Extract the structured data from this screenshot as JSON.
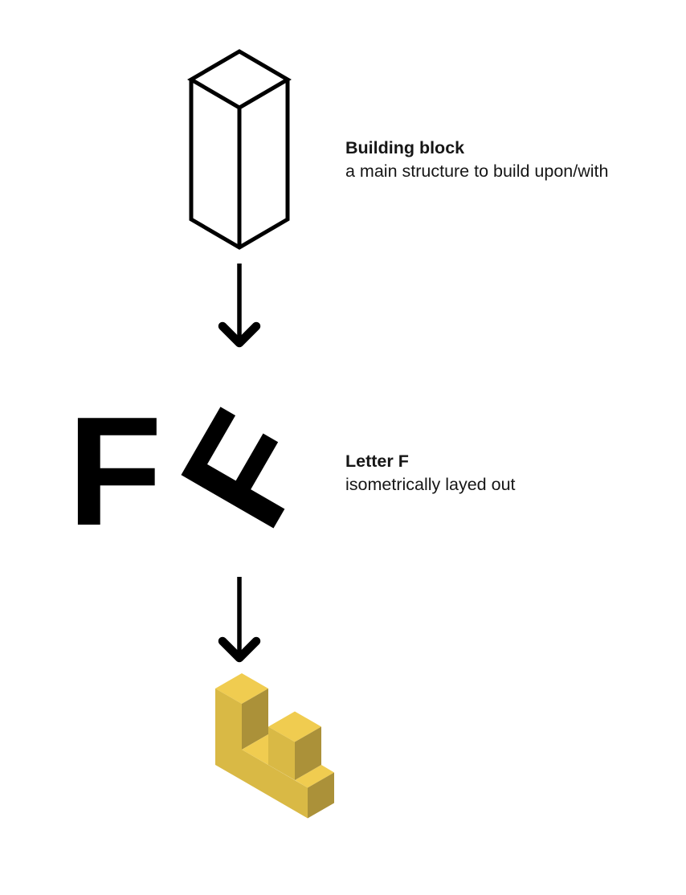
{
  "illustration": {
    "steps": [
      {
        "title": "Building block",
        "subtitle": "a main structure to build upon/with"
      },
      {
        "title": "Letter F",
        "subtitle": "isometrically layed out"
      }
    ],
    "letter_glyph": "F"
  },
  "colors": {
    "background": "#ffffff",
    "ink": "#000000",
    "text": "#161616",
    "block_top": "#F0CC50",
    "block_left": "#D9B945",
    "block_right": "#AB9139"
  }
}
